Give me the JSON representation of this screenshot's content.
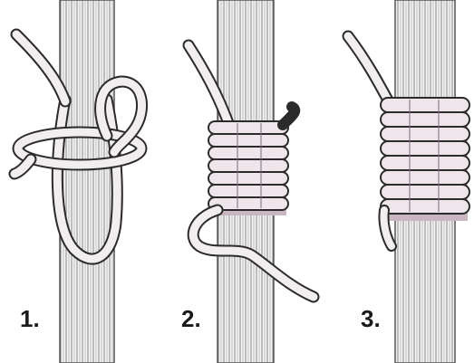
{
  "steps": [
    {
      "label": "1."
    },
    {
      "label": "2."
    },
    {
      "label": "3."
    }
  ],
  "colors": {
    "pole_fill": "#f4f4f4",
    "pole_lines": "#6a6a6a",
    "rope_fill": "#f2eef0",
    "rope_outline": "#2b2b2b",
    "wrap_shadow": "#c9b6c2",
    "ink": "#1a1a1a"
  }
}
